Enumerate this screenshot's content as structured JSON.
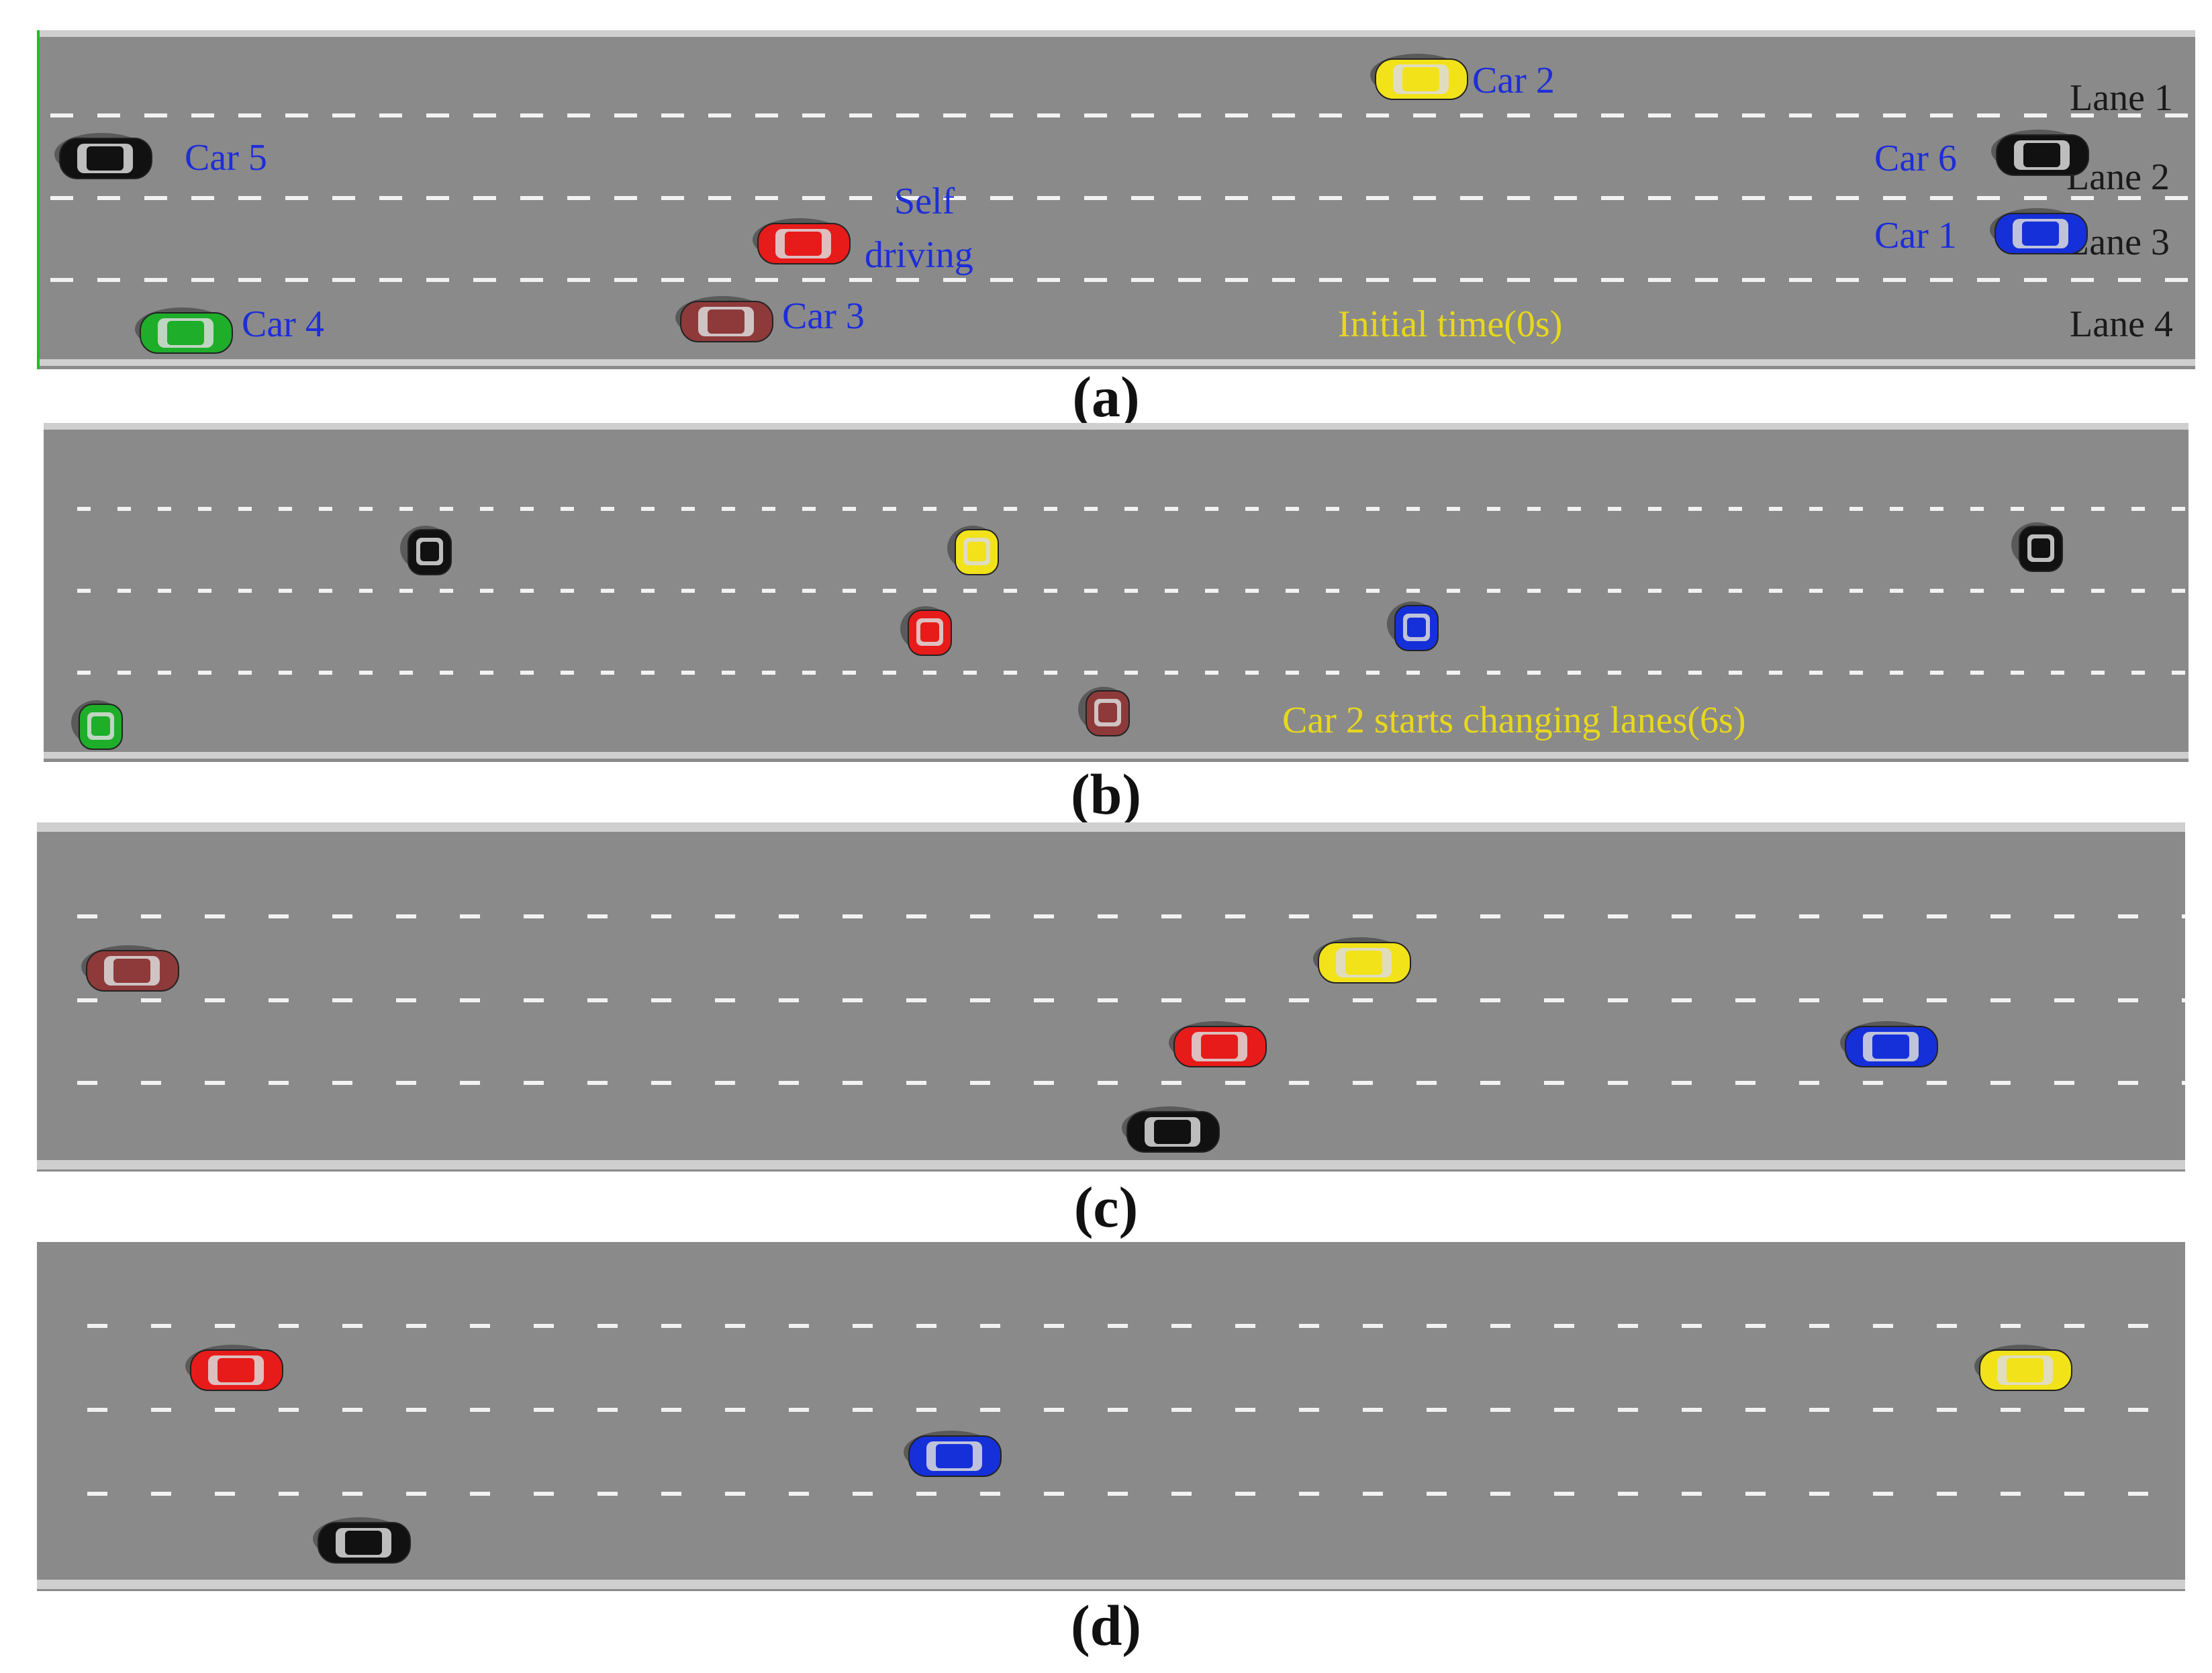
{
  "colors": {
    "road": "#8a8a8a",
    "road_edge": "#cfcfcf",
    "dash": "#f2f2f2",
    "label_blue": "#1d2ed8",
    "label_yellow": "#e8d81c",
    "car_red": "#e81b1b",
    "car_yellow": "#f2e21a",
    "car_blue": "#1530d8",
    "car_black": "#111111",
    "car_maroon": "#8e3a3a",
    "car_green": "#1fae2a"
  },
  "icons": {
    "car": "car-icon"
  },
  "panels": [
    {
      "caption": "(a)",
      "labels": {
        "car2": "Car 2",
        "car5": "Car 5",
        "self_driving_1": "Self",
        "self_driving_2": "driving",
        "car6": "Car 6",
        "car1": "Car 1",
        "car4": "Car 4",
        "car3": "Car 3",
        "status": "Initial time(0s)",
        "lane1": "Lane 1",
        "lane2": "Lane 2",
        "lane3": "Lane 3",
        "lane4": "Lane 4"
      }
    },
    {
      "caption": "(b)",
      "labels": {
        "status": "Car 2 starts changing lanes(6s)"
      }
    },
    {
      "caption": "(c)"
    },
    {
      "caption": "(d)"
    }
  ]
}
